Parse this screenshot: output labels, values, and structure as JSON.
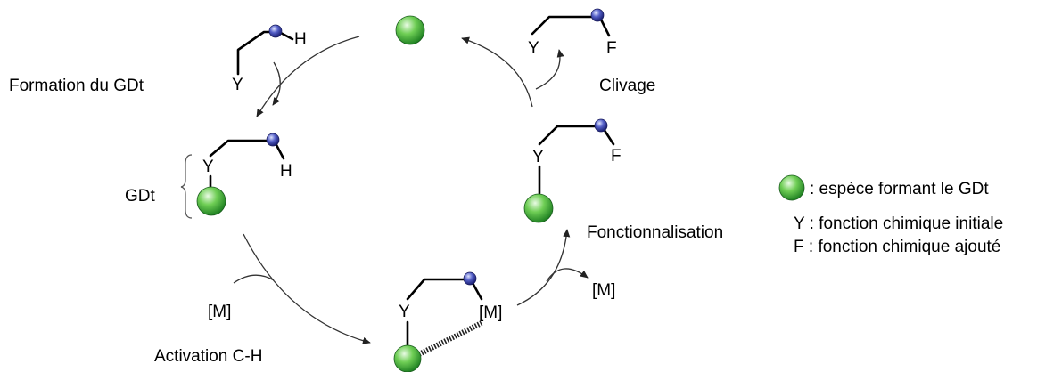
{
  "steps": {
    "formation": "Formation du GDt",
    "activation": "Activation C-H",
    "functionalisation": "Fonctionnalisation",
    "cleavage": "Clivage"
  },
  "intermediate_label": "GDt",
  "atoms": {
    "y": "Y",
    "h": "H",
    "f": "F",
    "metal": "[M]"
  },
  "legend": {
    "sphere": ": espèce formant le GDt",
    "y": "Y : fonction chimique initiale",
    "f": "F : fonction chimique ajouté"
  },
  "colors": {
    "sphere_green": "#2e9c2e",
    "sphere_blue": "#2a2f86"
  }
}
